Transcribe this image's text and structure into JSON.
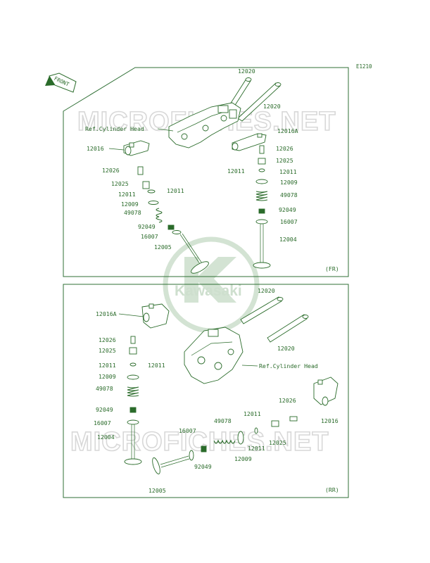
{
  "diagram_code": "E1210",
  "front_arrow": "FRONT",
  "watermark_text": "MICROFICHES.NET",
  "brand": "Kawasaki",
  "panel_fr": {
    "tag": "(FR)",
    "labels": {
      "12020_top": "12020",
      "12020_mid": "12020",
      "ref_head": "Ref.Cylinder Head",
      "12016A": "12016A",
      "12016": "12016",
      "12026_l": "12026",
      "12026_r": "12026",
      "12025_l": "12025",
      "12025_r": "12025",
      "12011_l1": "12011",
      "12011_l2": "12011",
      "12011_r1": "12011",
      "12011_r2": "12011",
      "12009_l": "12009",
      "12009_r": "12009",
      "49078_l": "49078",
      "49078_r": "49078",
      "92049_l": "92049",
      "92049_r": "92049",
      "16007_l": "16007",
      "16007_r": "16007",
      "12005": "12005",
      "12004": "12004"
    }
  },
  "panel_rr": {
    "tag": "(RR)",
    "labels": {
      "12020_top": "12020",
      "12020_bot": "12020",
      "ref_head": "Ref.Cylinder Head",
      "12016A": "12016A",
      "12016": "12016",
      "12026_l": "12026",
      "12026_r": "12026",
      "12025_l": "12025",
      "12025_r": "12025",
      "12011_l1": "12011",
      "12011_l2": "12011",
      "12011_r1": "12011",
      "12011_r2": "12011",
      "12009_l": "12009",
      "12009_r": "12009",
      "49078_l": "49078",
      "49078_r": "49078",
      "92049_l": "92049",
      "92049_r": "92049",
      "16007_l": "16007",
      "16007_r": "16007",
      "12004": "12004",
      "12005": "12005"
    }
  }
}
